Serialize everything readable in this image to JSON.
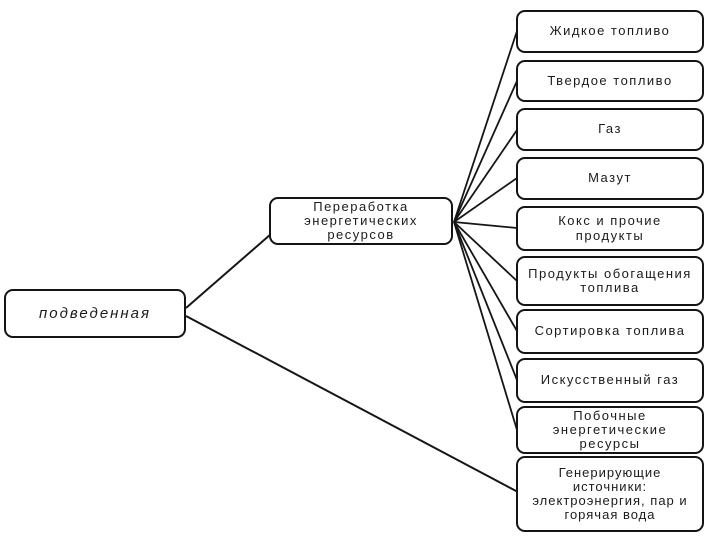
{
  "diagram": {
    "root_label": "подведенная",
    "hub_label": "Переработка энергетических ресурсов",
    "leaves": [
      {
        "label": "Жидкое топливо"
      },
      {
        "label": "Твердое топливо"
      },
      {
        "label": "Газ"
      },
      {
        "label": "Мазут"
      },
      {
        "label": "Кокс и прочие продукты"
      },
      {
        "label": "Продукты обогащения топлива"
      },
      {
        "label": "Сортировка топлива"
      },
      {
        "label": "Искусственный газ"
      },
      {
        "label": "Побочные энергетические ресурсы"
      },
      {
        "label": "Генерирующие источники: электроэнергия, пар и горячая вода"
      }
    ]
  },
  "colors": {
    "background": "#ffffff",
    "fill": "#ffffff",
    "border": "#141414",
    "line": "#161616",
    "text": "#1b1b1b"
  }
}
